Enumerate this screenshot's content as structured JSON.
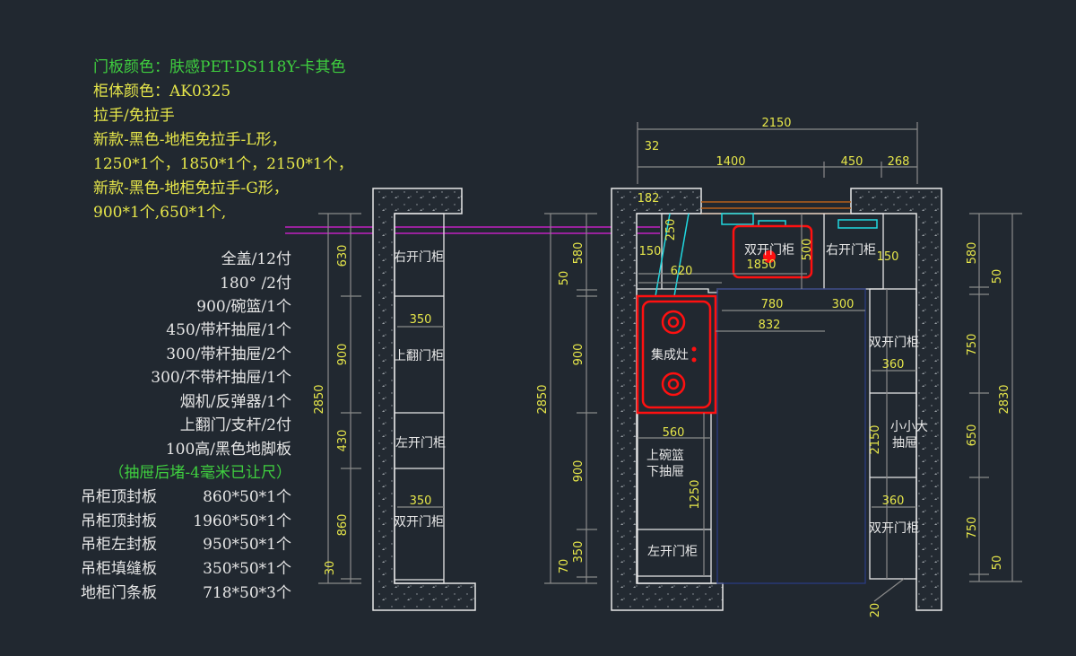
{
  "notes": {
    "door_color": "门板颜色：肤感PET-DS118Y-卡其色",
    "body_color": "柜体颜色：AK0325",
    "handle": "拉手/免拉手",
    "l_handle": "新款-黑色-地柜免拉手-L形，",
    "l_sizes": "1250*1个，1850*1个，2150*1个，",
    "g_handle": "新款-黑色-地柜免拉手-G形，",
    "g_sizes": "900*1个,650*1个,"
  },
  "hardware": [
    "全盖/12付",
    "180°  /2付",
    "900/碗篮/1个",
    "450/带杆抽屉/1个",
    "300/带杆抽屉/2个",
    "300/不带杆抽屉/1个",
    "烟机/反弹器/1个",
    "上翻门/支杆/2付",
    "100高/黑色地脚板"
  ],
  "drawer_note": "（抽屉后堵-4毫米已让尺）",
  "panels": [
    {
      "name": "吊柜顶封板",
      "size": "860*50*1个"
    },
    {
      "name": "吊柜顶封板",
      "size": "1960*50*1个"
    },
    {
      "name": "吊柜左封板",
      "size": "950*50*1个"
    },
    {
      "name": "吊柜填缝板",
      "size": "350*50*1个"
    },
    {
      "name": "地柜门条板",
      "size": "718*50*3个"
    }
  ],
  "left_elev": {
    "labels": [
      "右开门柜",
      "上翻门柜",
      "左开门柜",
      "双开门柜"
    ],
    "dims": [
      "2850",
      "630",
      "900",
      "430",
      "860",
      "30",
      "350",
      "350"
    ]
  },
  "mid_elev": {
    "dims": [
      "2850",
      "580",
      "50",
      "900",
      "900",
      "350",
      "70"
    ]
  },
  "plan": {
    "labels": [
      "双开门柜",
      "右开门柜",
      "集成灶",
      "上碗篮",
      "下抽屉",
      "左开门柜",
      "双开门柜",
      "小小大",
      "抽屉",
      "双开门柜"
    ],
    "dims": [
      "2150",
      "32",
      "1400",
      "450",
      "268",
      "182",
      "250",
      "150",
      "620",
      "1850",
      "500",
      "150",
      "780",
      "300",
      "832",
      "560",
      "1250",
      "360",
      "2150",
      "360",
      "20"
    ]
  },
  "right_elev": {
    "dims": [
      "2830",
      "580",
      "50",
      "750",
      "650",
      "750",
      "50"
    ]
  },
  "colors": {
    "background": "#212830",
    "dimension_text": "#e6e64a",
    "note_green": "#3fcf3f",
    "appliance": "#ff1010",
    "water": "#20d8e0",
    "pipe": "#b8601a",
    "guide": "#c020c0"
  }
}
